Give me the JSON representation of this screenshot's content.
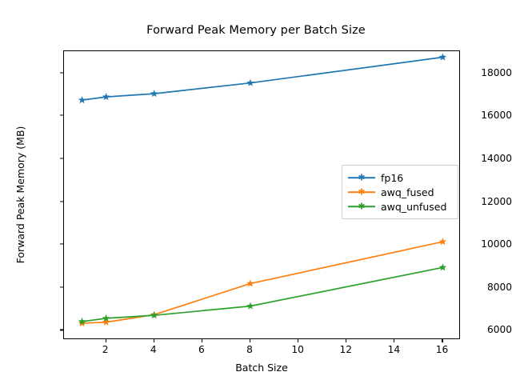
{
  "chart_data": {
    "type": "line",
    "title": "Forward Peak Memory per Batch Size",
    "xlabel": "Batch Size",
    "ylabel": "Forward Peak Memory (MB)",
    "x": [
      1,
      2,
      4,
      8,
      16
    ],
    "xlim": [
      0.25,
      16.75
    ],
    "ylim": [
      5570,
      19030
    ],
    "xticks": [
      2,
      4,
      6,
      8,
      10,
      12,
      14,
      16
    ],
    "xtick_labels": [
      "2",
      "4",
      "6",
      "8",
      "10",
      "12",
      "14",
      "16"
    ],
    "yticks": [
      6000,
      8000,
      10000,
      12000,
      14000,
      16000,
      18000
    ],
    "ytick_labels": [
      "6000",
      "8000",
      "10000",
      "12000",
      "14000",
      "16000",
      "18000"
    ],
    "grid": false,
    "legend_position": "center-right",
    "marker": "star",
    "series": [
      {
        "name": "fp16",
        "color": "#1f77b4",
        "values": [
          16750,
          16900,
          17050,
          17550,
          18750
        ]
      },
      {
        "name": "awq_fused",
        "color": "#ff7f0e",
        "values": [
          6350,
          6400,
          6750,
          8200,
          10150
        ]
      },
      {
        "name": "awq_unfused",
        "color": "#2ca02c",
        "values": [
          6430,
          6580,
          6720,
          7150,
          8950
        ]
      }
    ]
  },
  "legend": {
    "entries": [
      {
        "label": "fp16"
      },
      {
        "label": "awq_fused"
      },
      {
        "label": "awq_unfused"
      }
    ]
  }
}
